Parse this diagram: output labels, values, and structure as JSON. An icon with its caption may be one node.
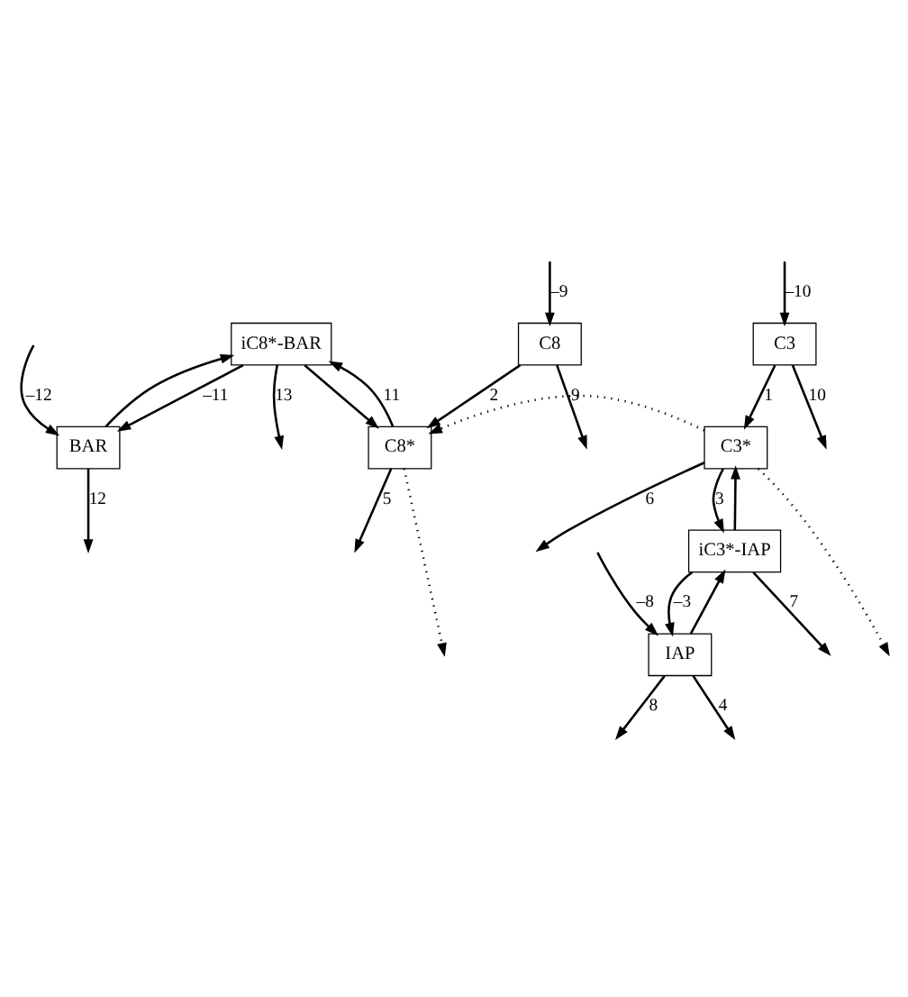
{
  "diagram": {
    "nodes": [
      {
        "text": [
          "iC8*-BAR"
        ]
      },
      {
        "text": [
          "BAR"
        ]
      },
      {
        "text": [
          "C8"
        ]
      },
      {
        "text": [
          "C8*"
        ]
      },
      {
        "text": [
          "C3*"
        ]
      },
      {
        "text": [
          "C3"
        ]
      },
      {
        "text": [
          "IAP"
        ]
      },
      {
        "text": [
          "iC3*-IAP"
        ]
      }
    ],
    "edges": [
      {
        "from": 0,
        "to": null,
        "arrow": "to",
        "label": "13"
      },
      {
        "from": 0,
        "to": 3,
        "arrow": "to"
      },
      {
        "from": 0,
        "to": 1,
        "arrow": "to",
        "label": "–11"
      },
      {
        "from": 1,
        "to": 0,
        "arrow": "to"
      },
      {
        "from": null,
        "to": 1,
        "arrow": "to",
        "label": "–12"
      },
      {
        "from": 2,
        "to": null,
        "arrow": "to",
        "label": "9"
      },
      {
        "from": 2,
        "to": 3,
        "arrow": "to",
        "label": "2"
      },
      {
        "from": 3,
        "to": 0,
        "arrow": "to",
        "label": "11"
      },
      {
        "from": 3,
        "to": null,
        "arrow": "to",
        "style": "dashed"
      },
      {
        "from": 3,
        "to": null,
        "arrow": "to",
        "label": "5"
      },
      {
        "from": 4,
        "to": 3,
        "arrow": "to",
        "style": "dashed"
      },
      {
        "from": 4,
        "to": null,
        "arrow": "to",
        "style": "dashed"
      },
      {
        "from": 4,
        "to": null,
        "arrow": "to",
        "label": "6"
      },
      {
        "from": 4,
        "to": 7,
        "arrow": "to",
        "label": "3"
      },
      {
        "from": 5,
        "to": 4,
        "arrow": "to",
        "label": "1"
      },
      {
        "from": 5,
        "to": null,
        "arrow": "to",
        "label": "10"
      },
      {
        "from": null,
        "to": 6,
        "arrow": "to",
        "label": "–8"
      },
      {
        "from": 6,
        "to": 7,
        "arrow": "to"
      },
      {
        "from": 6,
        "to": null,
        "arrow": "to",
        "label": "8"
      },
      {
        "from": 7,
        "to": 6,
        "arrow": "to",
        "label": "–3"
      },
      {
        "from": 7,
        "to": 4,
        "arrow": "to"
      },
      {
        "from": 7,
        "to": null,
        "arrow": "to",
        "label": "7"
      },
      {
        "from": 1,
        "to": null,
        "arrow": "to",
        "label": "12"
      },
      {
        "from": null,
        "to": 2,
        "arrow": "to",
        "label": "–9"
      },
      {
        "from": 6,
        "to": null,
        "arrow": "to",
        "label": "4"
      },
      {
        "from": null,
        "to": 5,
        "arrow": "to",
        "label": "–10"
      }
    ]
  }
}
